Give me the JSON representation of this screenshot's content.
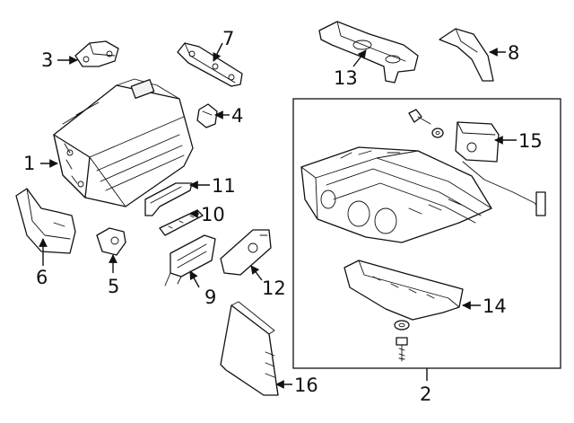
{
  "diagram": {
    "callouts": [
      {
        "id": "1",
        "label": "1"
      },
      {
        "id": "2",
        "label": "2"
      },
      {
        "id": "3",
        "label": "3"
      },
      {
        "id": "4",
        "label": "4"
      },
      {
        "id": "5",
        "label": "5"
      },
      {
        "id": "6",
        "label": "6"
      },
      {
        "id": "7",
        "label": "7"
      },
      {
        "id": "8",
        "label": "8"
      },
      {
        "id": "9",
        "label": "9"
      },
      {
        "id": "10",
        "label": "10"
      },
      {
        "id": "11",
        "label": "11"
      },
      {
        "id": "12",
        "label": "12"
      },
      {
        "id": "13",
        "label": "13"
      },
      {
        "id": "14",
        "label": "14"
      },
      {
        "id": "15",
        "label": "15"
      },
      {
        "id": "16",
        "label": "16"
      }
    ],
    "colors": {
      "line": "#111111",
      "background": "#ffffff"
    }
  }
}
